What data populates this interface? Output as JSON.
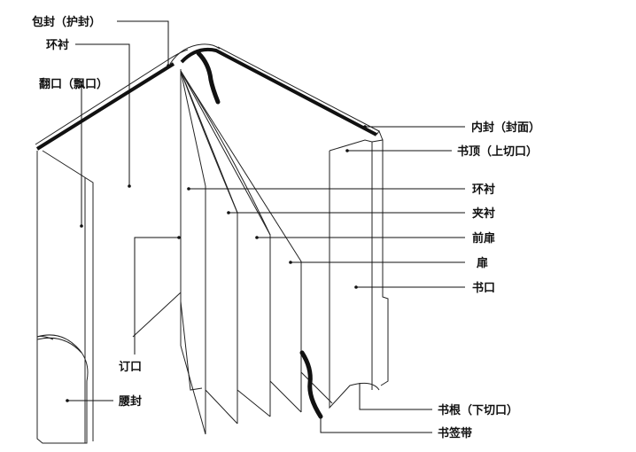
{
  "labels": {
    "dust_jacket": "包封（护封）",
    "endpaper_top": "环衬",
    "fore_edge": "翻口（飘口）",
    "inner_cover": "内封（封面）",
    "top_edge": "书顶（上切口）",
    "endpaper_right": "环衬",
    "interleaf": "夹衬",
    "front_title": "前扉",
    "title_page": "扉",
    "book_mouth": "书口",
    "gutter": "订口",
    "belly_band": "腰封",
    "bottom_edge": "书根（下切口）",
    "ribbon": "书签带"
  },
  "colors": {
    "line": "#222222",
    "ribbon": "#111111",
    "text": "#111111"
  }
}
